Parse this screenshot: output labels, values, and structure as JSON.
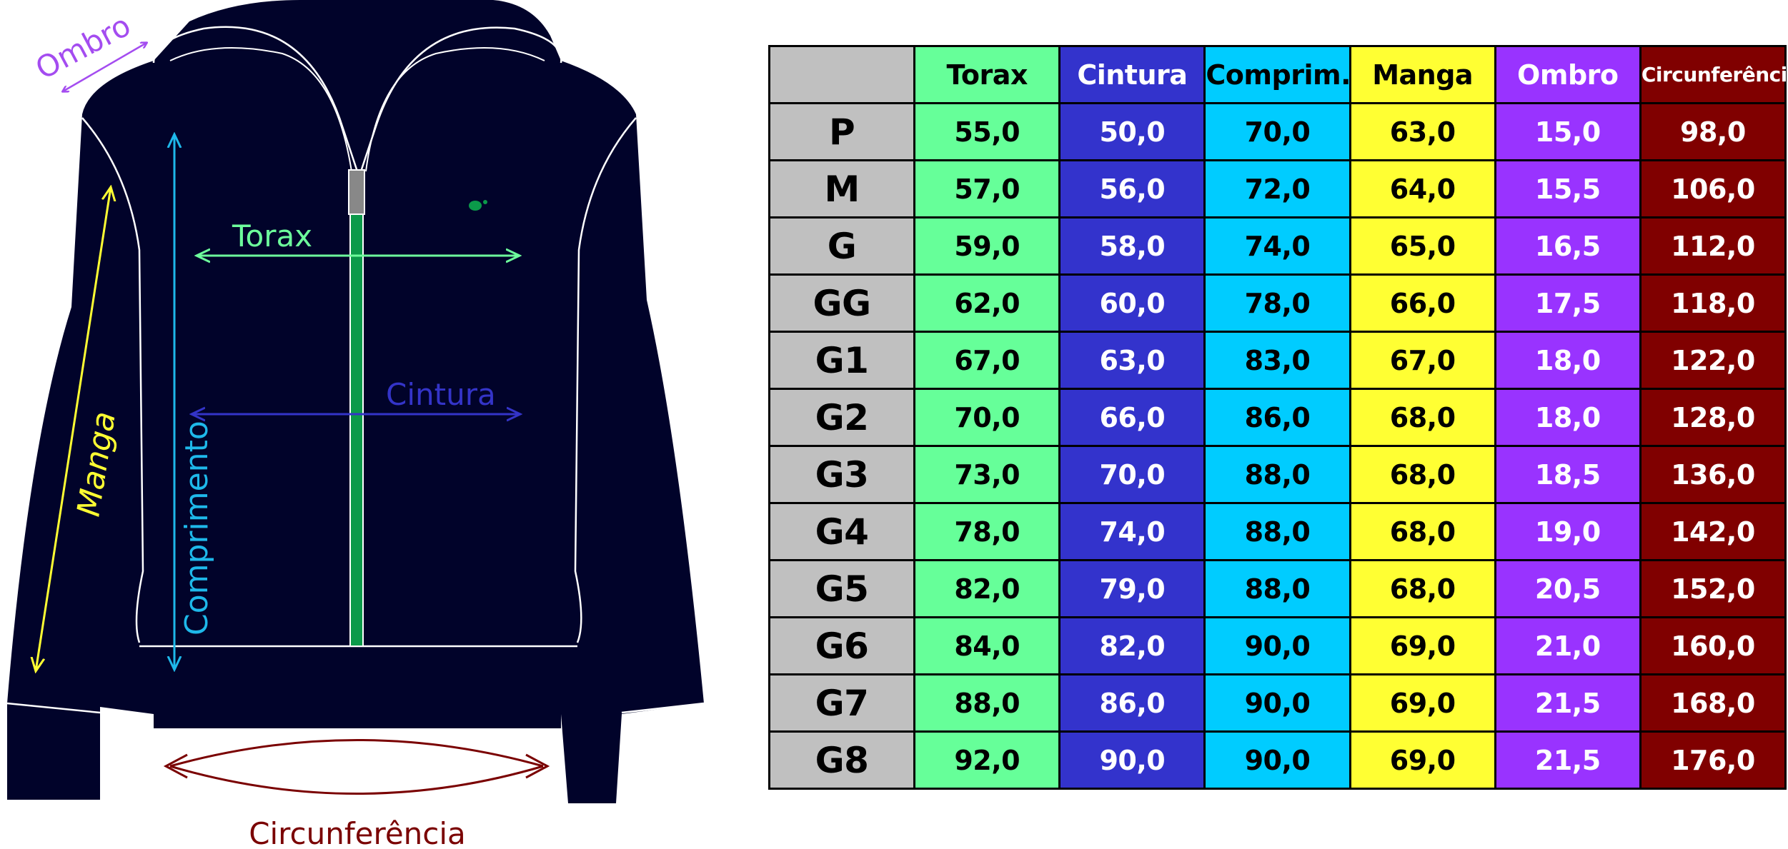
{
  "diagram": {
    "labels": {
      "ombro": "Ombro",
      "manga": "Manga",
      "comprimento": "Comprimento",
      "torax": "Torax",
      "cintura": "Cintura",
      "circunferencia": "Circunferência"
    },
    "colors": {
      "garment": "#01032a",
      "outline": "#ffffff",
      "zipper": "#0b9a4a",
      "zipper_pull": "#888888",
      "ombro": "#a44cf0",
      "manga": "#ffff33",
      "comprimento": "#1eb8ea",
      "torax": "#6dff9c",
      "cintura": "#3434c8",
      "circunferencia": "#7a0000"
    }
  },
  "table": {
    "headers": [
      {
        "label": "",
        "bg": "#c0c0c0",
        "fg": "#000000"
      },
      {
        "label": "Torax",
        "bg": "#66ff99",
        "fg": "#000000"
      },
      {
        "label": "Cintura",
        "bg": "#3333cc",
        "fg": "#ffffff"
      },
      {
        "label": "Comprim.",
        "bg": "#00ccff",
        "fg": "#000000"
      },
      {
        "label": "Manga",
        "bg": "#ffff33",
        "fg": "#000000"
      },
      {
        "label": "Ombro",
        "bg": "#9933ff",
        "fg": "#ffffff"
      },
      {
        "label": "Circunferência",
        "bg": "#800000",
        "fg": "#ffffff"
      }
    ],
    "rows": [
      {
        "size": "P",
        "values": [
          "55,0",
          "50,0",
          "70,0",
          "63,0",
          "15,0",
          "98,0"
        ]
      },
      {
        "size": "M",
        "values": [
          "57,0",
          "56,0",
          "72,0",
          "64,0",
          "15,5",
          "106,0"
        ]
      },
      {
        "size": "G",
        "values": [
          "59,0",
          "58,0",
          "74,0",
          "65,0",
          "16,5",
          "112,0"
        ]
      },
      {
        "size": "GG",
        "values": [
          "62,0",
          "60,0",
          "78,0",
          "66,0",
          "17,5",
          "118,0"
        ]
      },
      {
        "size": "G1",
        "values": [
          "67,0",
          "63,0",
          "83,0",
          "67,0",
          "18,0",
          "122,0"
        ]
      },
      {
        "size": "G2",
        "values": [
          "70,0",
          "66,0",
          "86,0",
          "68,0",
          "18,0",
          "128,0"
        ]
      },
      {
        "size": "G3",
        "values": [
          "73,0",
          "70,0",
          "88,0",
          "68,0",
          "18,5",
          "136,0"
        ]
      },
      {
        "size": "G4",
        "values": [
          "78,0",
          "74,0",
          "88,0",
          "68,0",
          "19,0",
          "142,0"
        ]
      },
      {
        "size": "G5",
        "values": [
          "82,0",
          "79,0",
          "88,0",
          "68,0",
          "20,5",
          "152,0"
        ]
      },
      {
        "size": "G6",
        "values": [
          "84,0",
          "82,0",
          "90,0",
          "69,0",
          "21,0",
          "160,0"
        ]
      },
      {
        "size": "G7",
        "values": [
          "88,0",
          "86,0",
          "90,0",
          "69,0",
          "21,5",
          "168,0"
        ]
      },
      {
        "size": "G8",
        "values": [
          "92,0",
          "90,0",
          "90,0",
          "69,0",
          "21,5",
          "176,0"
        ]
      }
    ]
  }
}
